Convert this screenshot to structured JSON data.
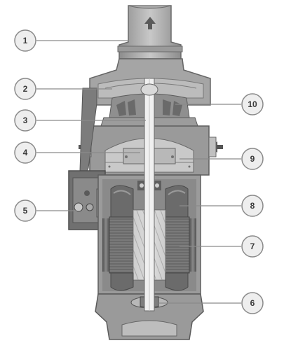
{
  "diagram": {
    "subject": "vertical pump cross-section",
    "callouts": [
      {
        "id": "c1",
        "label": "1"
      },
      {
        "id": "c2",
        "label": "2"
      },
      {
        "id": "c3",
        "label": "3"
      },
      {
        "id": "c4",
        "label": "4"
      },
      {
        "id": "c5",
        "label": "5"
      },
      {
        "id": "c6",
        "label": "6"
      },
      {
        "id": "c7",
        "label": "7"
      },
      {
        "id": "c8",
        "label": "8"
      },
      {
        "id": "c9",
        "label": "9"
      },
      {
        "id": "c10",
        "label": "10"
      }
    ],
    "colors": {
      "body": "#8f8f8f",
      "body_dark": "#6c6c6c",
      "body_light": "#bdbdbd",
      "section": "#d0d0d0",
      "shaft": "#f2f2f2",
      "callout_fill": "#eeeeee",
      "callout_stroke": "#8a8a8a",
      "leader": "#8a8a8a",
      "arrow": "#5a5a5a"
    }
  }
}
